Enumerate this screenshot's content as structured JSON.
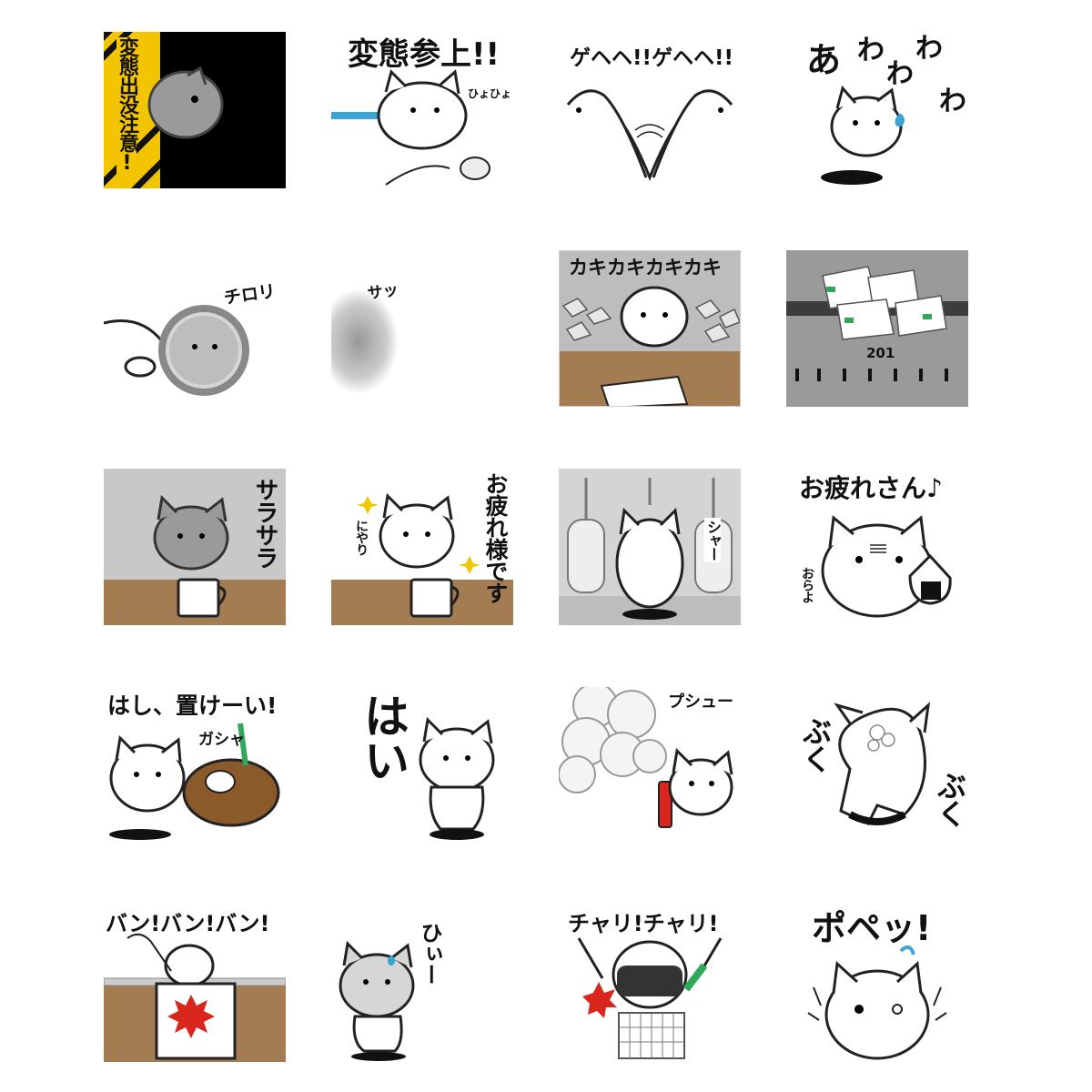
{
  "stickers": [
    {
      "id": 1,
      "caption": "変態出没注意!",
      "bg": "#000000",
      "stripe": "#f3c500"
    },
    {
      "id": 2,
      "caption": "変態参上!!",
      "sub": "ひょひょ",
      "accent": "#3aa3d8"
    },
    {
      "id": 3,
      "caption": "ゲヘヘ!!ゲヘヘ!!"
    },
    {
      "id": 4,
      "caption": "あわわわわ",
      "chars": [
        "あ",
        "わ",
        "わ",
        "わ",
        "わ"
      ],
      "accent": "#3aa3d8"
    },
    {
      "id": 5,
      "caption": "チロリ"
    },
    {
      "id": 6,
      "caption": "サッ"
    },
    {
      "id": 7,
      "caption": "カキカキカキカキ",
      "floor": "#a37c52"
    },
    {
      "id": 8,
      "caption": "201",
      "accent": "#2fa85a"
    },
    {
      "id": 9,
      "caption": "サラサラ",
      "floor": "#a37c52"
    },
    {
      "id": 10,
      "caption": "お疲れ様です",
      "sub": "にやり",
      "floor": "#a37c52",
      "accent": "#f3c500"
    },
    {
      "id": 11,
      "caption": "シャー"
    },
    {
      "id": 12,
      "caption": "お疲れさん♪",
      "sub": "おらよ"
    },
    {
      "id": 13,
      "caption": "はし、置けーい!",
      "sub": "ガシャ",
      "accent": "#8a5a2b"
    },
    {
      "id": 14,
      "caption": "はい"
    },
    {
      "id": 15,
      "caption": "プシュー",
      "accent": "#d9261c"
    },
    {
      "id": 16,
      "caption": "ぶく",
      "caption2": "ぶく"
    },
    {
      "id": 17,
      "caption": "バン!バン!バン!",
      "floor": "#a37c52",
      "accent": "#d9261c"
    },
    {
      "id": 18,
      "caption": "ひぃー",
      "accent": "#3aa3d8"
    },
    {
      "id": 19,
      "caption": "チャリ!チャリ!",
      "accent": "#2fa85a"
    },
    {
      "id": 20,
      "caption": "ポペッ!",
      "accent": "#3aa3d8"
    }
  ]
}
